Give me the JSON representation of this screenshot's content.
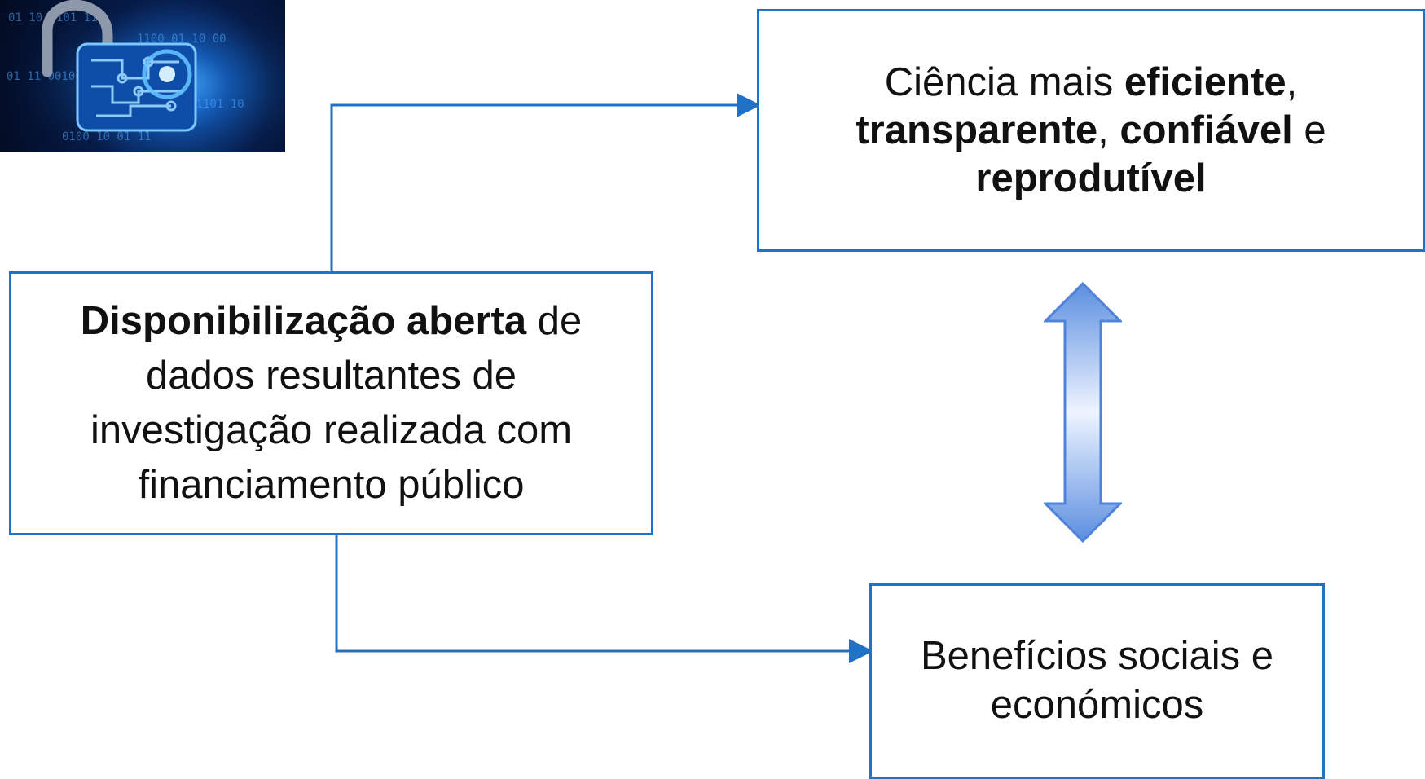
{
  "image": {
    "icon": "open-padlock-digital-binary-image",
    "binary_rows": [
      "01 10 0101 11",
      "1100 01 10 00",
      "01 11 0010 01",
      "10 01 1101 10",
      "0100 10 01 11"
    ]
  },
  "boxes": {
    "left": {
      "bold": "Disponibilização aberta",
      "rest": " de dados resultantes de investigação realizada com financiamento público"
    },
    "top": {
      "part1": "Ciência mais ",
      "bold1": "eficiente",
      "part2": ", ",
      "bold2": "transparente",
      "part3": ", ",
      "bold3": "confiável",
      "part4": " e ",
      "bold4": "reprodutível"
    },
    "bottom": {
      "text": "Benefícios sociais e económicos"
    }
  },
  "colors": {
    "box_border": "#1f72c6",
    "connector": "#1f72c6",
    "double_arrow_fill_start": "#5b8fe0",
    "double_arrow_fill_end": "#eef4ff"
  }
}
